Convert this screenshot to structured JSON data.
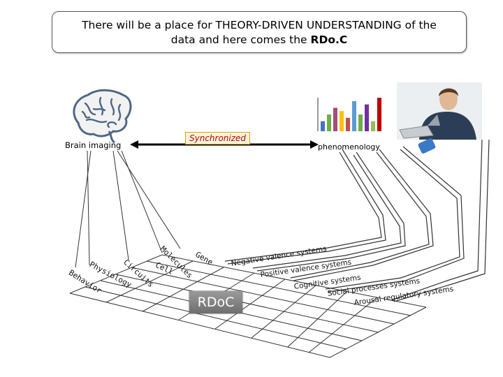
{
  "title": {
    "line1": "There will be a place for THEORY-DRIVEN UNDERSTANDING of the",
    "line2_prefix": "data and here comes the ",
    "line2_bold": "RDo.C"
  },
  "labels": {
    "brain_imaging": "Brain imaging",
    "phenomenology": "phenomenology",
    "synchronized": "Synchronized"
  },
  "levels": [
    "Behavior",
    "Physiology",
    "Circuits",
    "Cell",
    "Molecules",
    "Gene"
  ],
  "systems": [
    "Negative valence systems",
    "Positive  valence systems",
    "Cognitive systems",
    "Social processes  systems",
    "Arousal regulatory systems"
  ],
  "rdoc_logo": "RDoC",
  "colors": {
    "bar_colors": [
      "#4472c4",
      "#70ad47",
      "#a64d79",
      "#ffc000",
      "#c0504d",
      "#5b9bd5",
      "#70ad47",
      "#7030a0",
      "#9bbb59",
      "#c00000"
    ],
    "synchronized_text": "#c00000"
  },
  "chart_data": {
    "type": "bar",
    "values": [
      3,
      5,
      7,
      6,
      4,
      9,
      5,
      8,
      3,
      10
    ]
  }
}
